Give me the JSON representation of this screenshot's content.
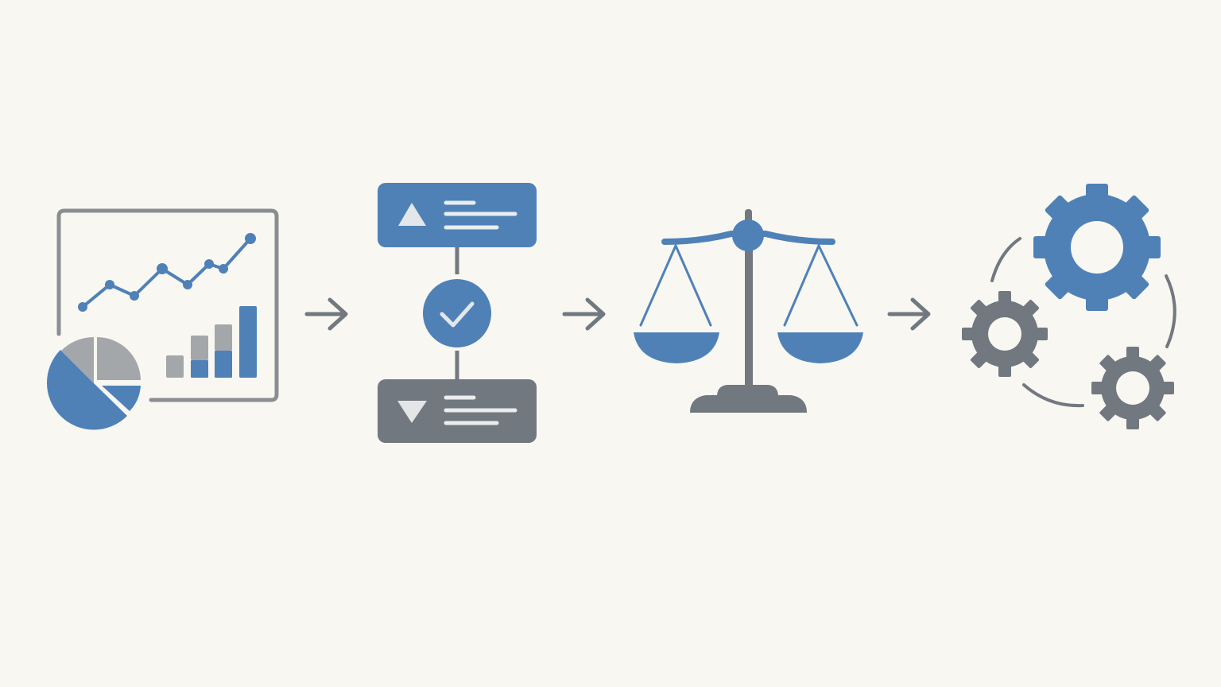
{
  "colors": {
    "background": "#f8f7f2",
    "blue": "#4f81b7",
    "gray": "#72787f",
    "light_gray": "#a4a7aa",
    "line_gray": "#8a8e93",
    "white": "#ffffff"
  },
  "steps": [
    {
      "id": "analyze",
      "icon": "data-analysis-icon"
    },
    {
      "id": "decide",
      "icon": "decision-flow-icon"
    },
    {
      "id": "weigh",
      "icon": "balance-scale-icon"
    },
    {
      "id": "optimize",
      "icon": "gears-cycle-icon"
    }
  ],
  "connectors": [
    {
      "from": "analyze",
      "to": "decide",
      "icon": "arrow-right-icon"
    },
    {
      "from": "decide",
      "to": "weigh",
      "icon": "arrow-right-icon"
    },
    {
      "from": "weigh",
      "to": "optimize",
      "icon": "arrow-right-icon"
    }
  ]
}
